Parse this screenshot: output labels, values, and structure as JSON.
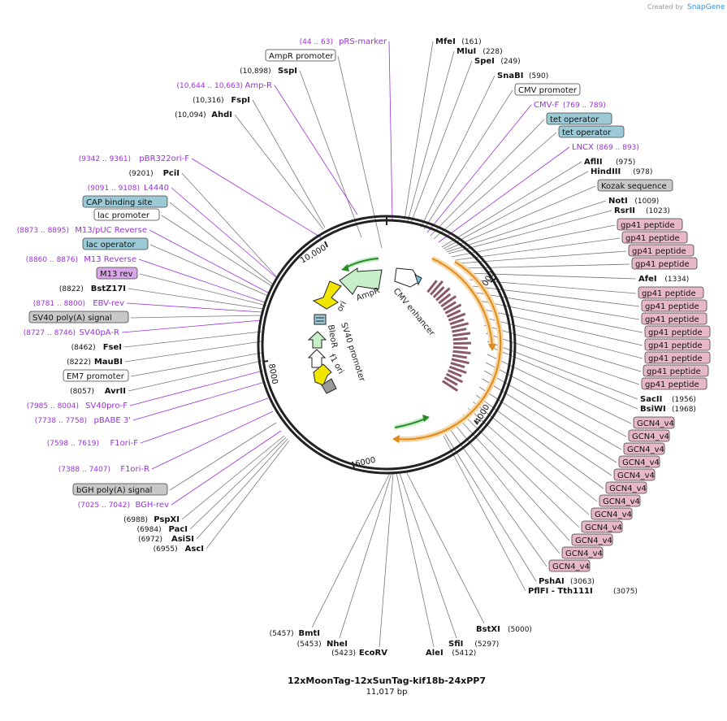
{
  "brand": {
    "created_by": "Created by",
    "name": "SnapGene"
  },
  "plasmid": {
    "name": "12xMoonTag-12xSunTag-kif18b-24xPP7",
    "length": "11,017 bp"
  },
  "ticks": [
    "2000",
    "4000",
    "6000",
    "8000",
    "10,000"
  ],
  "features": [
    {
      "label": "CMV enhancer"
    },
    {
      "label": "AmpR"
    },
    {
      "label": "ori"
    },
    {
      "label": "BleoR"
    },
    {
      "label": "SV40 promoter"
    },
    {
      "label": "f1 ori"
    }
  ],
  "sites_left": [
    {
      "pos": "(44 .. 63)",
      "name": "pRS-marker",
      "kind": "primer"
    },
    {
      "pos": "",
      "name": "AmpR promoter",
      "kind": "box"
    },
    {
      "pos": "(10,898)",
      "name": "SspI",
      "kind": "enzyme"
    },
    {
      "pos": "(10,644 .. 10,663)",
      "name": "Amp-R",
      "kind": "primer"
    },
    {
      "pos": "(10,316)",
      "name": "FspI",
      "kind": "enzyme"
    },
    {
      "pos": "(10,094)",
      "name": "AhdI",
      "kind": "enzyme"
    },
    {
      "pos": "(9342 .. 9361)",
      "name": "pBR322ori-F",
      "kind": "primer"
    },
    {
      "pos": "(9201)",
      "name": "PciI",
      "kind": "enzyme"
    },
    {
      "pos": "(9091 .. 9108)",
      "name": "L4440",
      "kind": "primer"
    },
    {
      "pos": "",
      "name": "CAP binding site",
      "kind": "box-teal"
    },
    {
      "pos": "",
      "name": "lac promoter",
      "kind": "box"
    },
    {
      "pos": "(8873 .. 8895)",
      "name": "M13/pUC Reverse",
      "kind": "primer"
    },
    {
      "pos": "",
      "name": "lac operator",
      "kind": "box-teal"
    },
    {
      "pos": "(8860 .. 8876)",
      "name": "M13 Reverse",
      "kind": "primer"
    },
    {
      "pos": "",
      "name": "M13 rev",
      "kind": "box-purple"
    },
    {
      "pos": "(8822)",
      "name": "BstZ17I",
      "kind": "enzyme"
    },
    {
      "pos": "(8781 .. 8800)",
      "name": "EBV-rev",
      "kind": "primer"
    },
    {
      "pos": "",
      "name": "SV40 poly(A) signal",
      "kind": "box-gray"
    },
    {
      "pos": "(8727 .. 8746)",
      "name": "SV40pA-R",
      "kind": "primer"
    },
    {
      "pos": "(8462)",
      "name": "FseI",
      "kind": "enzyme"
    },
    {
      "pos": "(8222)",
      "name": "MauBI",
      "kind": "enzyme"
    },
    {
      "pos": "",
      "name": "EM7 promoter",
      "kind": "box"
    },
    {
      "pos": "(8057)",
      "name": "AvrII",
      "kind": "enzyme"
    },
    {
      "pos": "(7985 .. 8004)",
      "name": "SV40pro-F",
      "kind": "primer"
    },
    {
      "pos": "(7738 .. 7758)",
      "name": "pBABE 3'",
      "kind": "primer"
    },
    {
      "pos": "(7598 .. 7619)",
      "name": "F1ori-F",
      "kind": "primer"
    },
    {
      "pos": "(7388 .. 7407)",
      "name": "F1ori-R",
      "kind": "primer"
    },
    {
      "pos": "",
      "name": "bGH poly(A) signal",
      "kind": "box-gray"
    },
    {
      "pos": "(7025 .. 7042)",
      "name": "BGH-rev",
      "kind": "primer"
    },
    {
      "pos": "(6988)",
      "name": "PspXI",
      "kind": "enzyme"
    },
    {
      "pos": "(6984)",
      "name": "PacI",
      "kind": "enzyme"
    },
    {
      "pos": "(6972)",
      "name": "AsiSI",
      "kind": "enzyme"
    },
    {
      "pos": "(6955)",
      "name": "AscI",
      "kind": "enzyme"
    }
  ],
  "sites_right": [
    {
      "name": "MfeI",
      "pos": "(161)",
      "kind": "enzyme"
    },
    {
      "name": "MluI",
      "pos": "(228)",
      "kind": "enzyme"
    },
    {
      "name": "SpeI",
      "pos": "(249)",
      "kind": "enzyme"
    },
    {
      "name": "SnaBI",
      "pos": "(590)",
      "kind": "enzyme"
    },
    {
      "name": "CMV promoter",
      "pos": "",
      "kind": "box"
    },
    {
      "name": "CMV-F",
      "pos": "(769 .. 789)",
      "kind": "primer"
    },
    {
      "name": "tet operator",
      "pos": "",
      "kind": "box-teal"
    },
    {
      "name": "tet operator",
      "pos": "",
      "kind": "box-teal"
    },
    {
      "name": "LNCX",
      "pos": "(869 .. 893)",
      "kind": "primer"
    },
    {
      "name": "AflII",
      "pos": "(975)",
      "kind": "enzyme"
    },
    {
      "name": "HindIII",
      "pos": "(978)",
      "kind": "enzyme"
    },
    {
      "name": "Kozak sequence",
      "pos": "",
      "kind": "box-gray"
    },
    {
      "name": "NotI",
      "pos": "(1009)",
      "kind": "enzyme"
    },
    {
      "name": "RsrII",
      "pos": "(1023)",
      "kind": "enzyme"
    },
    {
      "name": "gp41 peptide",
      "pos": "",
      "kind": "box-pink"
    },
    {
      "name": "gp41 peptide",
      "pos": "",
      "kind": "box-pink"
    },
    {
      "name": "gp41 peptide",
      "pos": "",
      "kind": "box-pink"
    },
    {
      "name": "gp41 peptide",
      "pos": "",
      "kind": "box-pink"
    },
    {
      "name": "AfeI",
      "pos": "(1334)",
      "kind": "enzyme"
    },
    {
      "name": "gp41 peptide",
      "pos": "",
      "kind": "box-pink"
    },
    {
      "name": "gp41 peptide",
      "pos": "",
      "kind": "box-pink"
    },
    {
      "name": "gp41 peptide",
      "pos": "",
      "kind": "box-pink"
    },
    {
      "name": "gp41 peptide",
      "pos": "",
      "kind": "box-pink"
    },
    {
      "name": "gp41 peptide",
      "pos": "",
      "kind": "box-pink"
    },
    {
      "name": "gp41 peptide",
      "pos": "",
      "kind": "box-pink"
    },
    {
      "name": "gp41 peptide",
      "pos": "",
      "kind": "box-pink"
    },
    {
      "name": "gp41 peptide",
      "pos": "",
      "kind": "box-pink"
    },
    {
      "name": "SacII",
      "pos": "(1956)",
      "kind": "enzyme"
    },
    {
      "name": "BsiWI",
      "pos": "(1968)",
      "kind": "enzyme"
    },
    {
      "name": "GCN4_v4",
      "pos": "",
      "kind": "box-pink"
    },
    {
      "name": "GCN4_v4",
      "pos": "",
      "kind": "box-pink"
    },
    {
      "name": "GCN4_v4",
      "pos": "",
      "kind": "box-pink"
    },
    {
      "name": "GCN4_v4",
      "pos": "",
      "kind": "box-pink"
    },
    {
      "name": "GCN4_v4",
      "pos": "",
      "kind": "box-pink"
    },
    {
      "name": "GCN4_v4",
      "pos": "",
      "kind": "box-pink"
    },
    {
      "name": "GCN4_v4",
      "pos": "",
      "kind": "box-pink"
    },
    {
      "name": "GCN4_v4",
      "pos": "",
      "kind": "box-pink"
    },
    {
      "name": "GCN4_v4",
      "pos": "",
      "kind": "box-pink"
    },
    {
      "name": "GCN4_v4",
      "pos": "",
      "kind": "box-pink"
    },
    {
      "name": "GCN4_v4",
      "pos": "",
      "kind": "box-pink"
    },
    {
      "name": "GCN4_v4",
      "pos": "",
      "kind": "box-pink"
    },
    {
      "name": "PshAI",
      "pos": "(3063)",
      "kind": "enzyme"
    },
    {
      "name": "PflFI - Tth111I",
      "pos": "(3075)",
      "kind": "enzyme"
    }
  ],
  "sites_bottom": [
    {
      "name": "BstXI",
      "pos": "(5000)"
    },
    {
      "name": "SfiI",
      "pos": "(5297)"
    },
    {
      "name": "AleI",
      "pos": "(5412)"
    },
    {
      "name": "EcoRV",
      "pos": "(5423)"
    },
    {
      "name": "NheI",
      "pos": "(5453)"
    },
    {
      "name": "BmtI",
      "pos": "(5457)"
    }
  ],
  "colors": {
    "primer": "#9b30d9",
    "teal_box": "#9cc9d6",
    "pink_box": "#e6b8c8",
    "gray_box": "#c8c8c8",
    "purple_box": "#d9a6e8",
    "backbone": "#222222",
    "orange_arc": "#e08a1a",
    "green_arc": "#2a8a2a",
    "ampr": "#c8f0c8",
    "ori": "#f2e600"
  }
}
